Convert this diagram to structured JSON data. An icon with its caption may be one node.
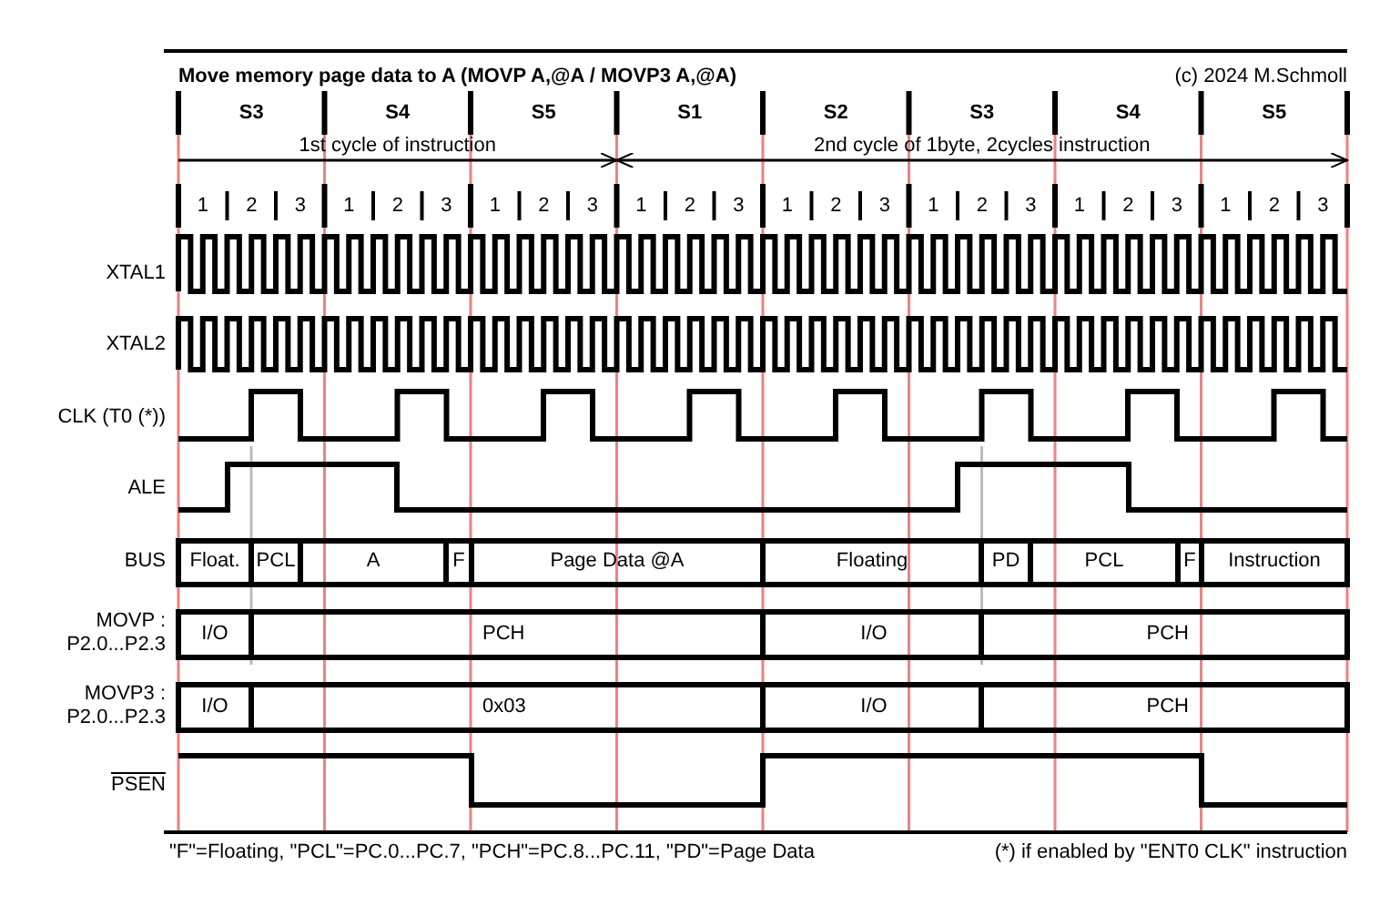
{
  "diagram": {
    "title": "Move memory page data to A (MOVP A,@A / MOVP3 A,@A)",
    "labels": [
      "(c) 2024 M.Schmoll",
      "S3",
      "S4",
      "S5",
      "S1",
      "S2",
      "S3",
      "S4",
      "S5",
      "1st cycle of instruction",
      "2nd cycle of 1byte, 2cycles instruction",
      "1",
      "2",
      "3",
      "1",
      "2",
      "3",
      "1",
      "2",
      "3",
      "1",
      "2",
      "3",
      "1",
      "2",
      "3",
      "1",
      "2",
      "3",
      "1",
      "2",
      "3",
      "1",
      "2",
      "3",
      "XTAL1",
      "XTAL2",
      "CLK (T0 (*))",
      "ALE",
      "BUS",
      "Float.",
      "PCL",
      "A",
      "F",
      "Page Data @A",
      "Floating",
      "PD",
      "PCL",
      "F",
      "Instruction",
      "MOVP : P2.0...P2.3",
      "I/O",
      "PCH",
      "I/O",
      "PCH",
      "MOVP3 : P2.0...P2.3",
      "I/O",
      "0x03",
      "I/O",
      "PCH",
      "PSEN",
      "\"F\"=Floating, \"PCL\"=PC.0...PC.7, \"PCH\"=PC.8...PC.11, \"PD\"=Page Data",
      "(*) if enabled by \"ENT0 CLK\" instruction"
    ]
  }
}
